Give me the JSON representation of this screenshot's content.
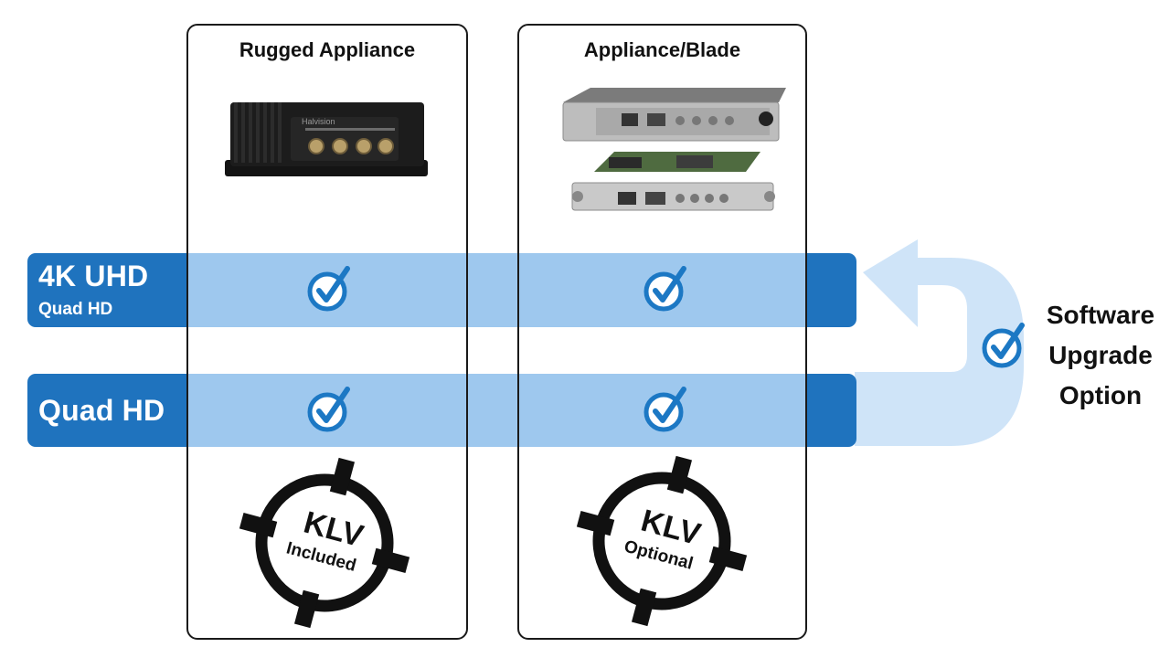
{
  "columns": [
    {
      "title": "Rugged Appliance",
      "image_brand": "Halvision",
      "klv_text": "KLV",
      "klv_status": "Included"
    },
    {
      "title": "Appliance/Blade",
      "klv_text": "KLV",
      "klv_status": "Optional"
    }
  ],
  "rows": [
    {
      "label": "4K UHD",
      "sublabel": "Quad HD"
    },
    {
      "label": "Quad HD"
    }
  ],
  "side": {
    "line1": "Software",
    "line2": "Upgrade",
    "line3": "Option"
  },
  "colors": {
    "band_dark": "#1f73be",
    "band_light": "#9ec8ee",
    "arrow": "#cfe4f8",
    "check": "#1c78c4",
    "outline": "#111111"
  }
}
